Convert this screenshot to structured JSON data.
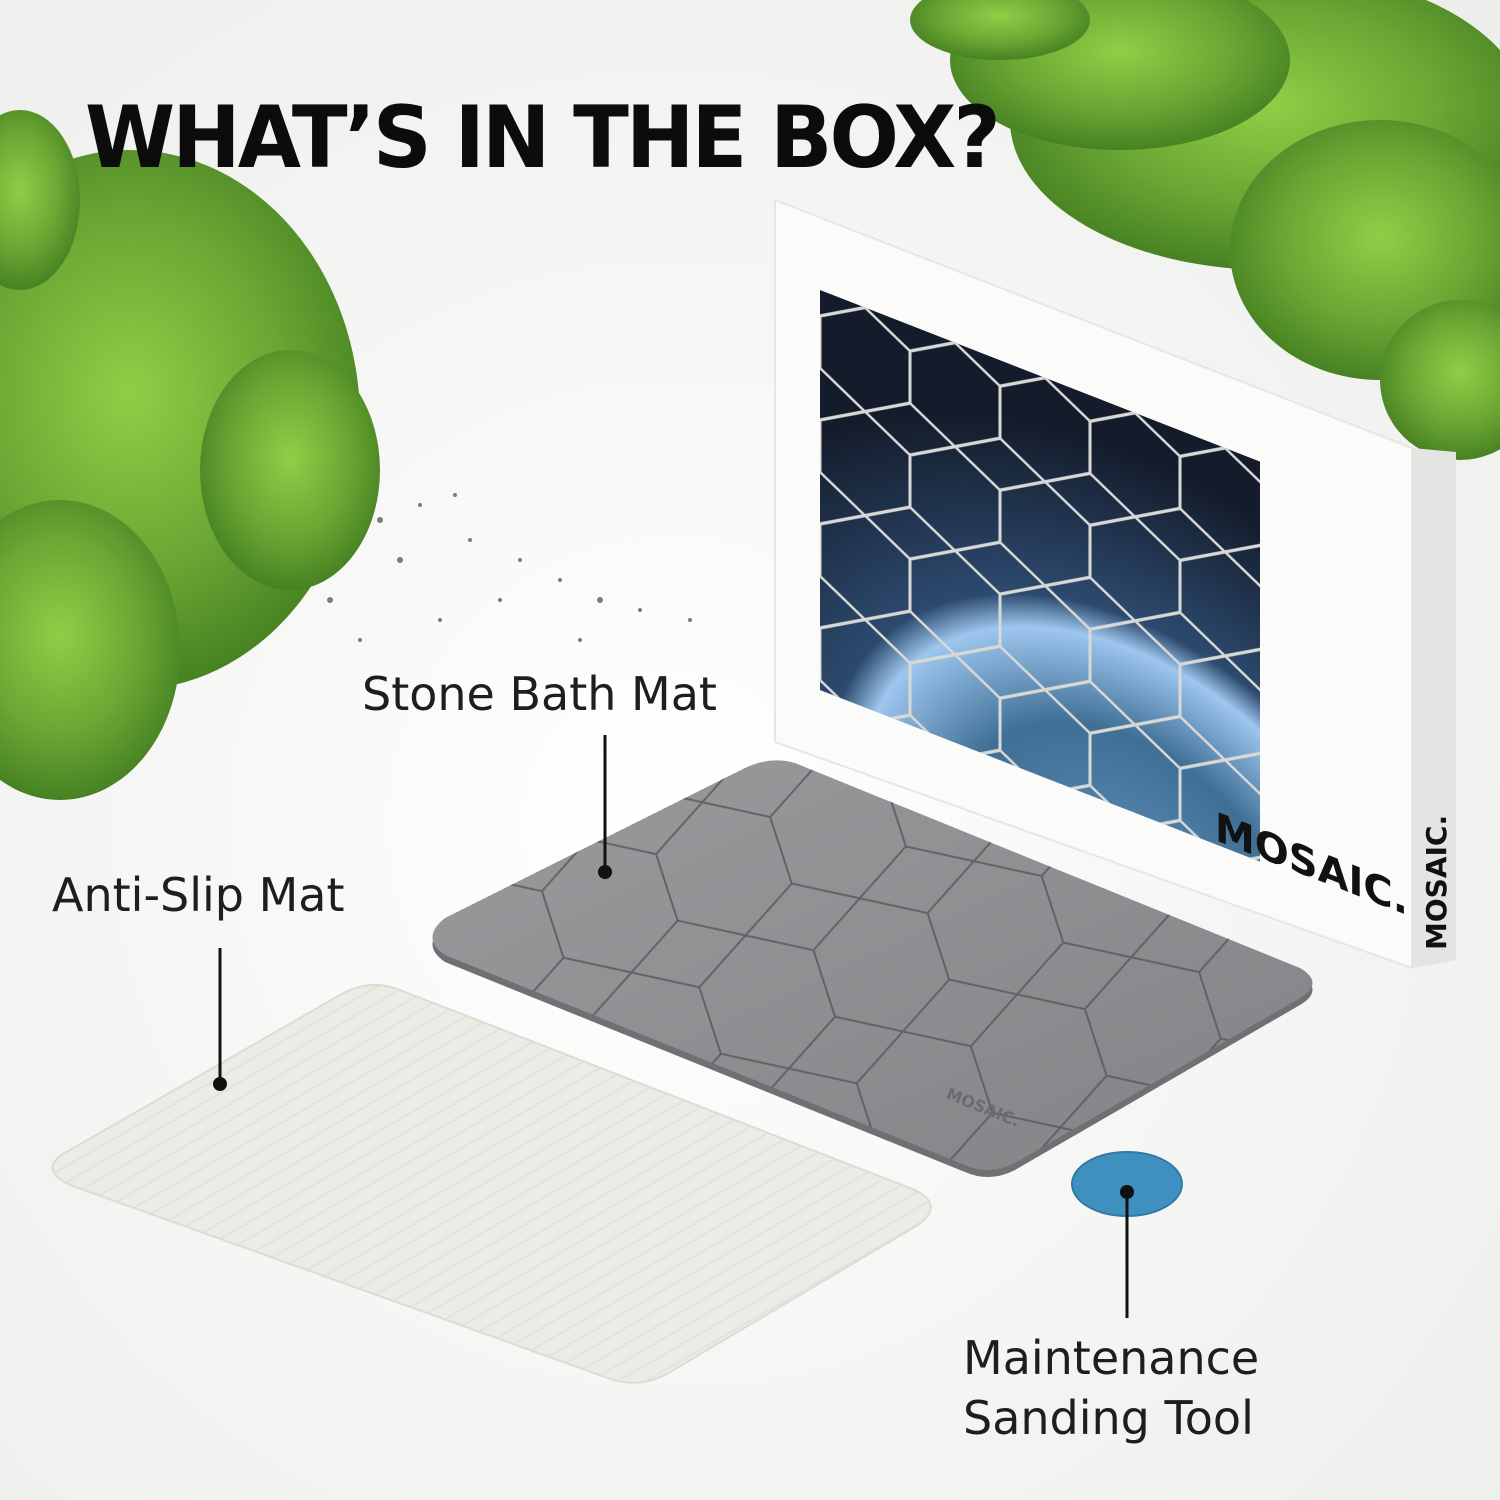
{
  "headline": "WHAT’S IN THE BOX?",
  "items": [
    {
      "label": "Stone Bath Mat"
    },
    {
      "label": "Anti-Slip Mat"
    },
    {
      "label_line1": "Maintenance",
      "label_line2": "Sanding Tool"
    }
  ],
  "box": {
    "brand_front": "MOSAIC.",
    "brand_side": "MOSAIC."
  },
  "stone_mat": {
    "engraving": "MOSAIC."
  },
  "colors": {
    "moss": "#6aa633",
    "stone_mat": "#8d8e90",
    "anti_slip_mat": "#ecebe6",
    "sanding_tool": "#3f8fbf",
    "box": "#fbfbf9"
  }
}
